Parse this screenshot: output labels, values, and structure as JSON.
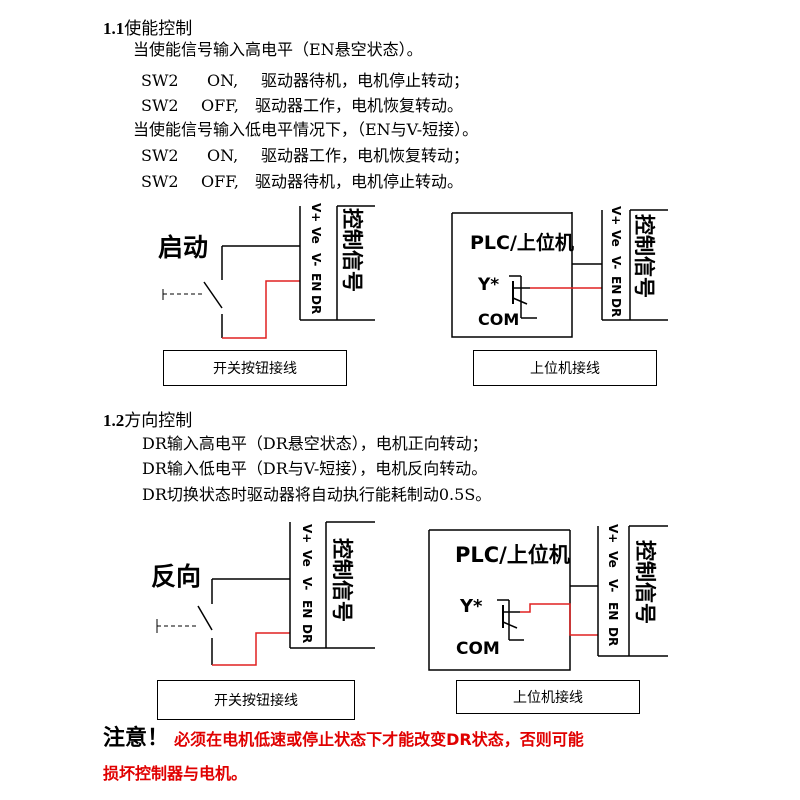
{
  "section1": {
    "num": "1.1",
    "title": "使能控制",
    "lines": [
      "当使能信号输入高电平（EN悬空状态）。",
      "当使能信号输入低电平情况下，（EN与V-短接）。"
    ],
    "rows_high": [
      {
        "sw": "SW2",
        "state": "ON,",
        "text": "驱动器待机，电机停止转动；"
      },
      {
        "sw": "SW2",
        "state": "OFF,",
        "text": "驱动器工作，电机恢复转动。"
      }
    ],
    "rows_low": [
      {
        "sw": "SW2",
        "state": "ON,",
        "text": "驱动器工作，电机恢复转动；"
      },
      {
        "sw": "SW2",
        "state": "OFF,",
        "text": "驱动器待机，电机停止转动。"
      }
    ],
    "diagram_switch_label": "启动",
    "caption_switch": "开关按钮接线",
    "caption_plc": "上位机接线"
  },
  "section2": {
    "num": "1.2",
    "title": "方向控制",
    "lines": [
      "DR输入高电平（DR悬空状态），电机正向转动；",
      "DR输入低电平（DR与V-短接），电机反向转动。",
      "DR切换状态时驱动器将自动执行能耗制动0.5S。"
    ],
    "diagram_switch_label": "反向",
    "caption_switch": "开关按钮接线",
    "caption_plc": "上位机接线"
  },
  "terminal": {
    "pins": [
      "V+",
      "Ve",
      "V-",
      "EN",
      "DR"
    ],
    "label": "控制信号"
  },
  "plc": {
    "title": "PLC/上位机",
    "y": "Y*",
    "com": "COM"
  },
  "note": {
    "label": "注意！",
    "text1": "必须在电机低速或停止状态下才能改变DR状态，否则可能",
    "text2": "损坏控制器与电机。"
  },
  "colors": {
    "wire_red": "#e02020",
    "note_red": "#e00000"
  }
}
